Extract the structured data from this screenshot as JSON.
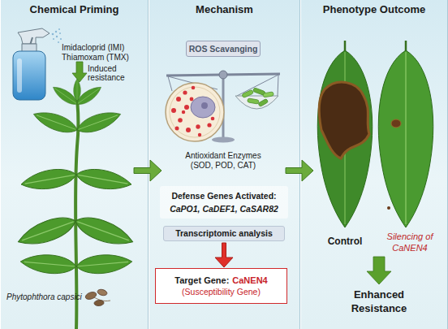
{
  "diagram": {
    "nodes": [
      {
        "text": [
          "Chemical Priming"
        ]
      },
      {
        "text": [
          "Mechanism"
        ]
      },
      {
        "text": [
          "Phenotype Outcome"
        ]
      },
      {
        "text": [
          "ROS Scavanging"
        ],
        "in": 1
      },
      {
        "text": [
          "Defense Genes Activated:",
          "CaPO1, CaDEF1, CaSAR82"
        ],
        "in": 1
      },
      {
        "text": [
          "Transcriptomic analysis"
        ],
        "in": 1
      },
      {
        "text": [
          "Target Gene:",
          "CaNEN4",
          "(Susceptibility Gene)"
        ],
        "in": 1
      }
    ],
    "edges": [
      {
        "from": 0,
        "to": 1,
        "arrow": "to"
      },
      {
        "from": 1,
        "to": 2,
        "arrow": "to"
      },
      {
        "from": 5,
        "to": 6,
        "arrow": "to"
      }
    ],
    "labels": [
      "Imidacloprid (IMI) Thiamoxam (TMX)",
      "Induced resistance",
      "Phytophthora capsici",
      "Antioxidant Enzymes (SOD, POD, CAT)",
      "Control",
      "Silencing of CaNEN4",
      "Enhanced Resistance"
    ]
  }
}
